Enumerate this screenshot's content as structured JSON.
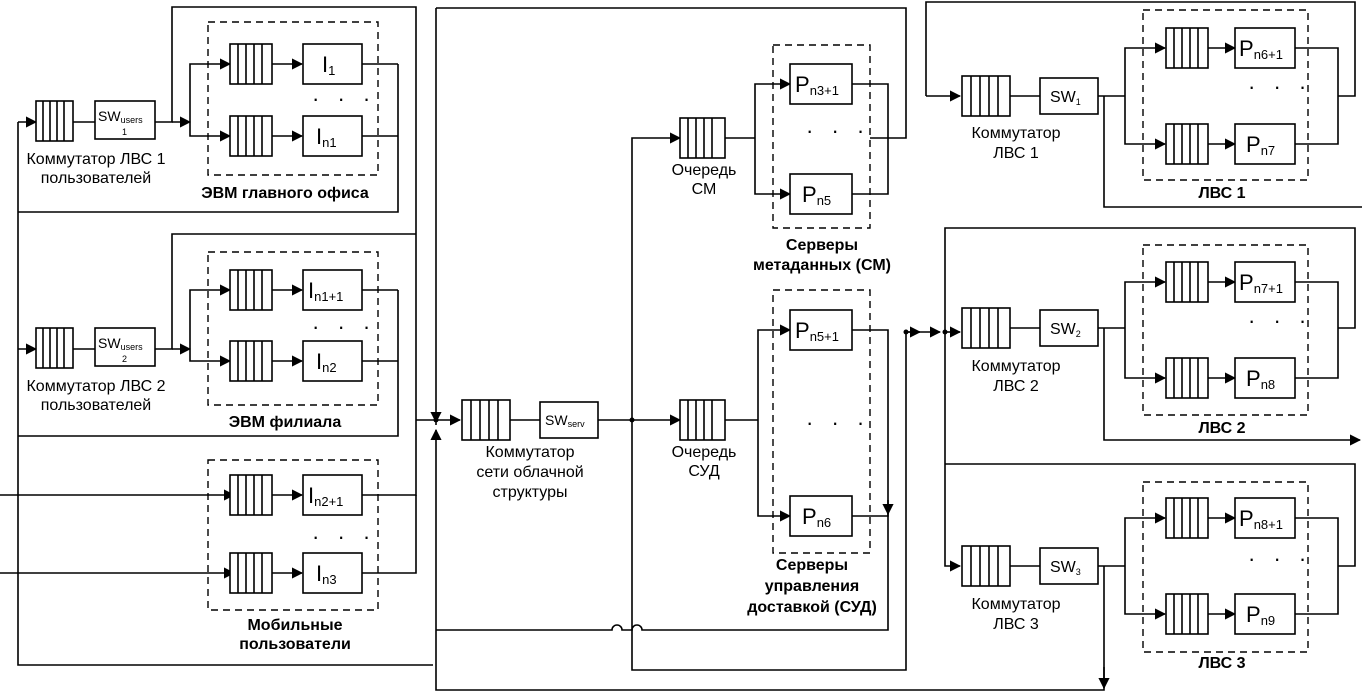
{
  "labels": {
    "sw_lan1_users": "Коммутатор ЛВС 1\nпользователей",
    "sw_lan2_users": "Коммутатор ЛВС 2\nпользователей",
    "main_office": "ЭВМ главного офиса",
    "branch": "ЭВМ филиала",
    "mobile": "Мобильные\nпользователи",
    "cloud_switch": "Коммутатор\nсети облачной\nструктуры",
    "queue_cm": "Очередь\nСМ",
    "queue_sud": "Очередь\nСУД",
    "meta_servers": "Серверы\nметаданных (СМ)",
    "delivery_servers": "Серверы\nуправления\nдоставкой (СУД)",
    "sw_lan1": "Коммутатор\nЛВС 1",
    "sw_lan2": "Коммутатор\nЛВС 2",
    "sw_lan3": "Коммутатор\nЛВС 3",
    "lan1": "ЛВС 1",
    "lan2": "ЛВС 2",
    "lan3": "ЛВС 3"
  },
  "switches": {
    "users1": {
      "main": "SW",
      "sub": "users",
      "idx": "1"
    },
    "users2": {
      "main": "SW",
      "sub": "users",
      "idx": "2"
    },
    "serv": {
      "main": "SW",
      "sub": "serv"
    },
    "sw1": {
      "main": "SW",
      "sub": "1"
    },
    "sw2": {
      "main": "SW",
      "sub": "2"
    },
    "sw3": {
      "main": "SW",
      "sub": "3"
    }
  },
  "nodes": {
    "i1": {
      "main": "I",
      "sub": "1"
    },
    "in1": {
      "main": "I",
      "sub": "n1"
    },
    "in1p1": {
      "main": "I",
      "sub": "n1+1"
    },
    "in2": {
      "main": "I",
      "sub": "n2"
    },
    "in2p1": {
      "main": "I",
      "sub": "n2+1"
    },
    "in3": {
      "main": "I",
      "sub": "n3"
    },
    "pn3p1": {
      "main": "P",
      "sub": "n3+1"
    },
    "pn5": {
      "main": "P",
      "sub": "n5"
    },
    "pn5p1": {
      "main": "P",
      "sub": "n5+1"
    },
    "pn6": {
      "main": "P",
      "sub": "n6"
    },
    "pn6p1": {
      "main": "P",
      "sub": "n6+1"
    },
    "pn7": {
      "main": "P",
      "sub": "n7"
    },
    "pn7p1": {
      "main": "P",
      "sub": "n7+1"
    },
    "pn8": {
      "main": "P",
      "sub": "n8"
    },
    "pn8p1": {
      "main": "P",
      "sub": "n8+1"
    },
    "pn9": {
      "main": "P",
      "sub": "n9"
    }
  },
  "ellipsis": "· · ·"
}
